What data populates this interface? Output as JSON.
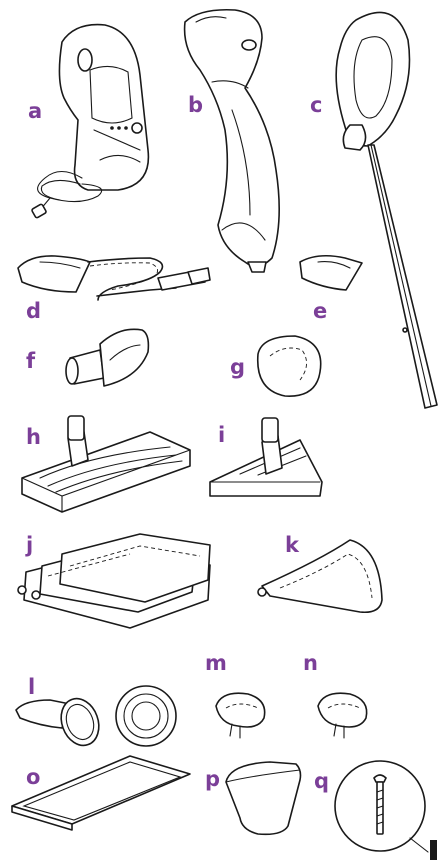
{
  "accent_color": "#7b3f98",
  "parts": [
    {
      "id": "a",
      "label": "a",
      "name": "steam-unit"
    },
    {
      "id": "b",
      "label": "b",
      "name": "handheld-grip"
    },
    {
      "id": "c",
      "label": "c",
      "name": "extension-wand-handle"
    },
    {
      "id": "d",
      "label": "d",
      "name": "flexible-hose"
    },
    {
      "id": "e",
      "label": "e",
      "name": "small-nozzle"
    },
    {
      "id": "f",
      "label": "f",
      "name": "triangle-attachment"
    },
    {
      "id": "g",
      "label": "g",
      "name": "scrub-pad"
    },
    {
      "id": "h",
      "label": "h",
      "name": "rectangle-mop-head"
    },
    {
      "id": "i",
      "label": "i",
      "name": "triangle-mop-head"
    },
    {
      "id": "j",
      "label": "j",
      "name": "rectangle-pads"
    },
    {
      "id": "k",
      "label": "k",
      "name": "triangle-pad"
    },
    {
      "id": "l",
      "label": "l",
      "name": "brush-attachments"
    },
    {
      "id": "m",
      "label": "m",
      "name": "bonnet-m"
    },
    {
      "id": "n",
      "label": "n",
      "name": "bonnet-n"
    },
    {
      "id": "o",
      "label": "o",
      "name": "carpet-glider"
    },
    {
      "id": "p",
      "label": "p",
      "name": "measuring-cup"
    },
    {
      "id": "q",
      "label": "q",
      "name": "screw"
    }
  ]
}
